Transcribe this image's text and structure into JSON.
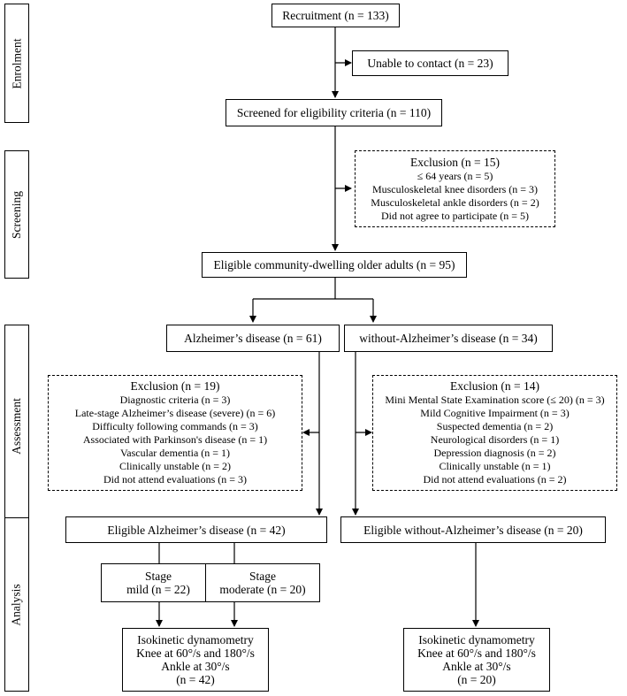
{
  "phases": {
    "enrolment": "Enrolment",
    "screening": "Screening",
    "assessment": "Assessment",
    "analysis": "Analysis"
  },
  "nodes": {
    "recruitment": "Recruitment (n = 133)",
    "unable": "Unable to contact (n = 23)",
    "screened": "Screened for eligibility criteria (n = 110)",
    "exclusion1": {
      "head": "Exclusion (n = 15)",
      "items": [
        "≤ 64 years (n = 5)",
        "Musculoskeletal knee disorders (n = 3)",
        "Musculoskeletal ankle disorders (n = 2)",
        "Did not agree to participate (n = 5)"
      ]
    },
    "eligible": "Eligible community-dwelling older adults (n = 95)",
    "ad": "Alzheimer’s disease (n = 61)",
    "wad": "without-Alzheimer’s disease (n = 34)",
    "exclusion_ad": {
      "head": "Exclusion (n = 19)",
      "items": [
        "Diagnostic criteria (n = 3)",
        "Late-stage Alzheimer’s disease (severe) (n = 6)",
        "Difficulty following commands (n = 3)",
        "Associated with Parkinson's disease (n = 1)",
        "Vascular dementia (n = 1)",
        "Clinically unstable (n = 2)",
        "Did not attend evaluations (n = 3)"
      ]
    },
    "exclusion_wad": {
      "head": "Exclusion (n = 14)",
      "items": [
        "Mini Mental State Examination score (≤ 20) (n = 3)",
        "Mild Cognitive Impairment (n = 3)",
        "Suspected dementia (n = 2)",
        "Neurological disorders (n = 1)",
        "Depression diagnosis (n = 2)",
        "Clinically unstable (n = 1)",
        "Did not attend evaluations (n = 2)"
      ]
    },
    "eligible_ad": "Eligible Alzheimer’s disease (n = 42)",
    "eligible_wad": "Eligible without-Alzheimer’s disease (n = 20)",
    "stage_mild": [
      "Stage",
      "mild (n = 22)"
    ],
    "stage_moderate": [
      "Stage",
      "moderate (n = 20)"
    ],
    "iso_ad": [
      "Isokinetic dynamometry",
      "Knee at 60°/s and 180°/s",
      "Ankle at 30°/s",
      "(n = 42)"
    ],
    "iso_wad": [
      "Isokinetic dynamometry",
      "Knee at 60°/s and 180°/s",
      "Ankle at 30°/s",
      "(n = 20)"
    ]
  }
}
